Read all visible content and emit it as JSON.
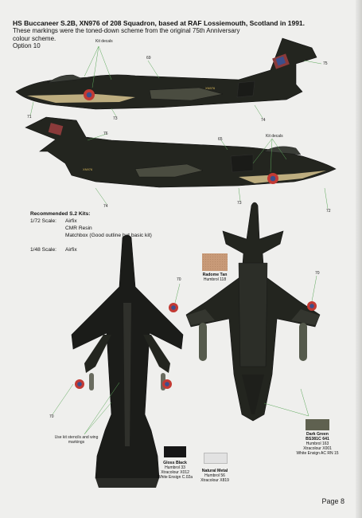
{
  "header": {
    "title": "HS Buccaneer S.2B, XN976 of 208 Squadron, based at RAF Lossiemouth, Scotland in 1991.",
    "line2": "These markings were the toned-down scheme from the original 75th Anniversary",
    "line3": "colour scheme.",
    "option": "Option 10"
  },
  "callouts": {
    "kit_decals_top": "Kit decals",
    "kit_decals_side2": "Kit decals",
    "n69": "69",
    "n75": "75",
    "n71": "71",
    "n73a": "73",
    "n74a": "74",
    "n76": "76",
    "n65": "65",
    "n74b": "74",
    "n73b": "73",
    "n72": "72",
    "n70a": "70",
    "n70b": "70",
    "n70c": "70",
    "stencils": "Use kit stencils and wing markings"
  },
  "kits": {
    "heading": "Recommended S.2 Kits:",
    "rows": [
      {
        "scale": "1/72 Scale:",
        "kit": "Airfix"
      },
      {
        "scale": "",
        "kit": "CMR Resin"
      },
      {
        "scale": "",
        "kit": "Matchbox (Good outline but basic kit)"
      },
      {
        "scale": "",
        "kit": ""
      },
      {
        "scale": "1/48 Scale:",
        "kit": "Airfix"
      }
    ]
  },
  "swatches": {
    "radome": {
      "name": "Radome Tan",
      "l1": "Humbrol 118",
      "l2": "",
      "l3": "",
      "color": "#c89a78"
    },
    "dark_green": {
      "name": "Dark Green",
      "l1": "BS381C 641",
      "l2": "Humbrol 163",
      "l3": "Xtracolour X001",
      "l4": "White Ensign AC RN 15",
      "color": "#5f6150"
    },
    "gloss_black": {
      "name": "Gloss Black",
      "l1": "Humbrol 33",
      "l2": "Xtracolour X012",
      "l3": "White Ensign C.02a",
      "color": "#161616"
    },
    "natural_metal": {
      "name": "Natural Metal",
      "l1": "Humbrol 56",
      "l2": "Xtracolour X819",
      "color": "#e2e2e2"
    }
  },
  "aircraft": {
    "serial_a": "XN976",
    "serial_b": "XN976"
  },
  "page_number": "Page 8"
}
